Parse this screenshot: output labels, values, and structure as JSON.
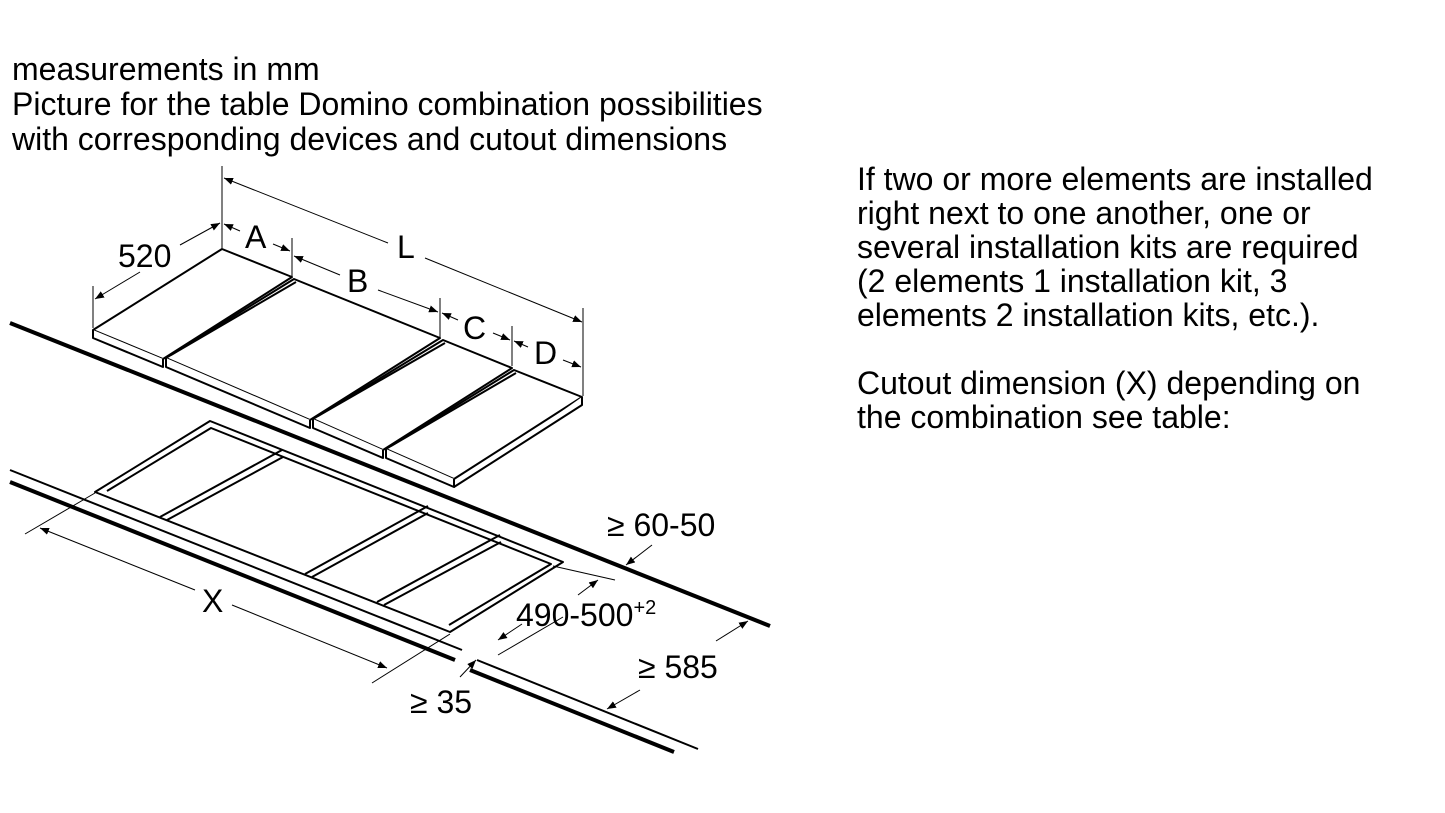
{
  "header": {
    "line1": "measurements in mm",
    "line2": "Picture for the table Domino combination possibilities",
    "line3": "with corresponding devices and cutout dimensions"
  },
  "notes": {
    "kits": [
      "If two or more elements are installed",
      "right next to one another, one or",
      "several installation kits are required",
      "(2 elements 1 installation kit, 3",
      "elements 2 installation kits, etc.)."
    ],
    "cutout": [
      "Cutout dimension (X) depending on",
      "the combination see table:"
    ]
  },
  "diagram": {
    "depth": "520",
    "width_a": "A",
    "width_b": "B",
    "width_c": "C",
    "width_d": "D",
    "total_length": "L",
    "cutout_width": "X",
    "cutout_depth": "490-500",
    "cutout_depth_tolerance": "+2",
    "front_edge": "≥ 60-50",
    "min_worktop": "≥ 585",
    "min_front": "≥ 35"
  }
}
